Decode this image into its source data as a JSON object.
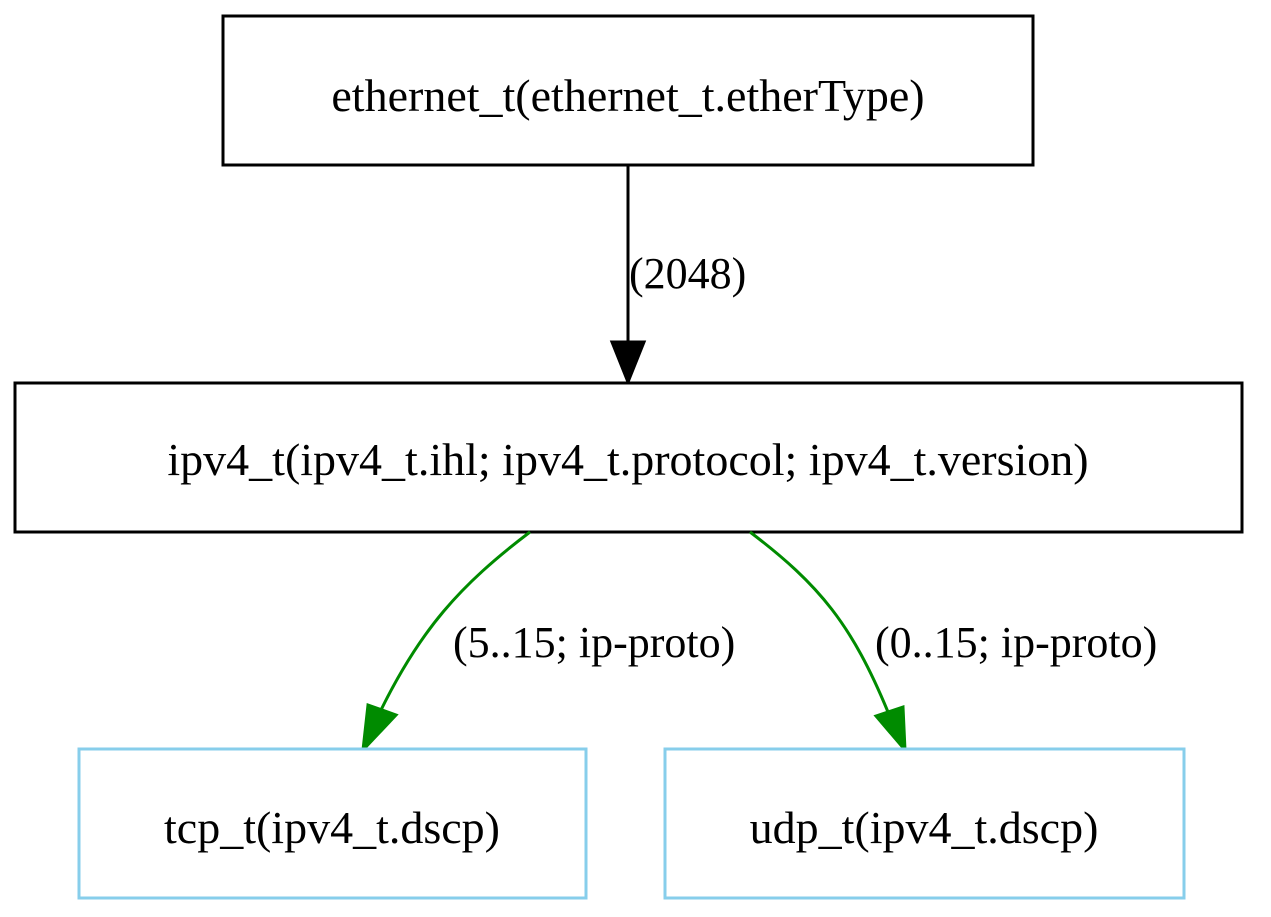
{
  "colors": {
    "default_stroke": "#000000",
    "highlight_node_stroke": "#87ceeb",
    "highlight_edge": "#008b00"
  },
  "nodes": {
    "ethernet": {
      "label": "ethernet_t(ethernet_t.etherType)"
    },
    "ipv4": {
      "label": "ipv4_t(ipv4_t.ihl; ipv4_t.protocol; ipv4_t.version)"
    },
    "tcp": {
      "label": "tcp_t(ipv4_t.dscp)"
    },
    "udp": {
      "label": "udp_t(ipv4_t.dscp)"
    }
  },
  "edges": {
    "ethernet_to_ipv4": {
      "label": "(2048)"
    },
    "ipv4_to_tcp": {
      "label": "(5..15; ip-proto)"
    },
    "ipv4_to_udp": {
      "label": "(0..15; ip-proto)"
    }
  }
}
